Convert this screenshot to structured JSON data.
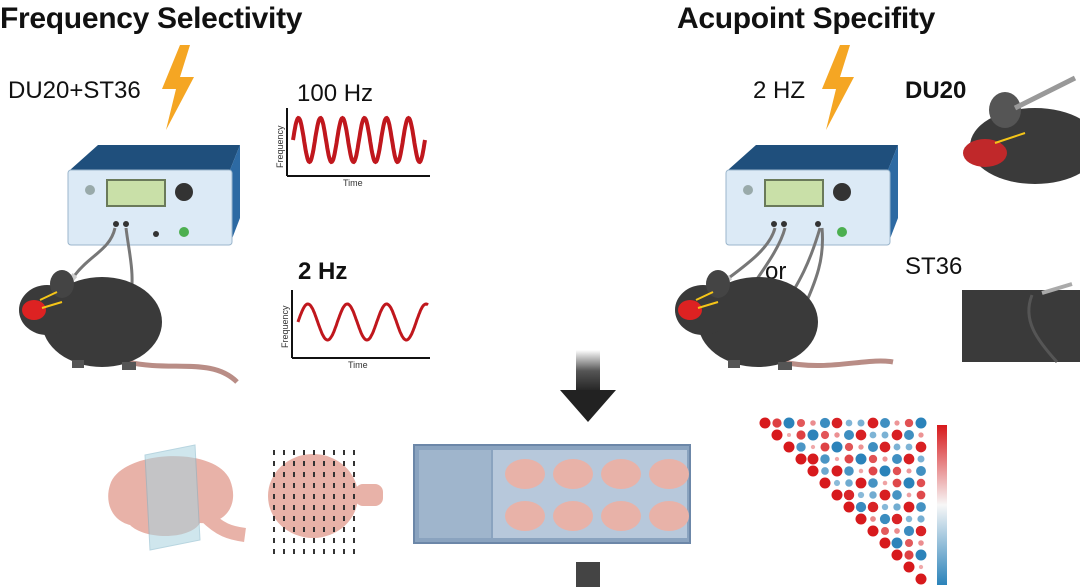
{
  "left_panel": {
    "title": "Frequency Selectivity",
    "stim_label": "DU20+ST36",
    "wave_high": {
      "label": "100 Hz",
      "y_axis": "Frequency",
      "x_axis": "Time"
    },
    "wave_low": {
      "label": "2 Hz",
      "y_axis": "Frequency",
      "x_axis": "Time"
    }
  },
  "right_panel": {
    "title": "Acupoint Specifity",
    "stim_label": "2 HZ",
    "or_label": "or",
    "point_a": "DU20",
    "point_b": "ST36"
  },
  "colors": {
    "lightning": "#f5a623",
    "device_body": "#dceaf6",
    "device_top": "#1f4f7c",
    "wave": "#c0171d",
    "mouse": "#3a3a3a",
    "brain": "#e8b2a8",
    "heat_red": "#d7191c",
    "heat_blue": "#2b83ba"
  }
}
